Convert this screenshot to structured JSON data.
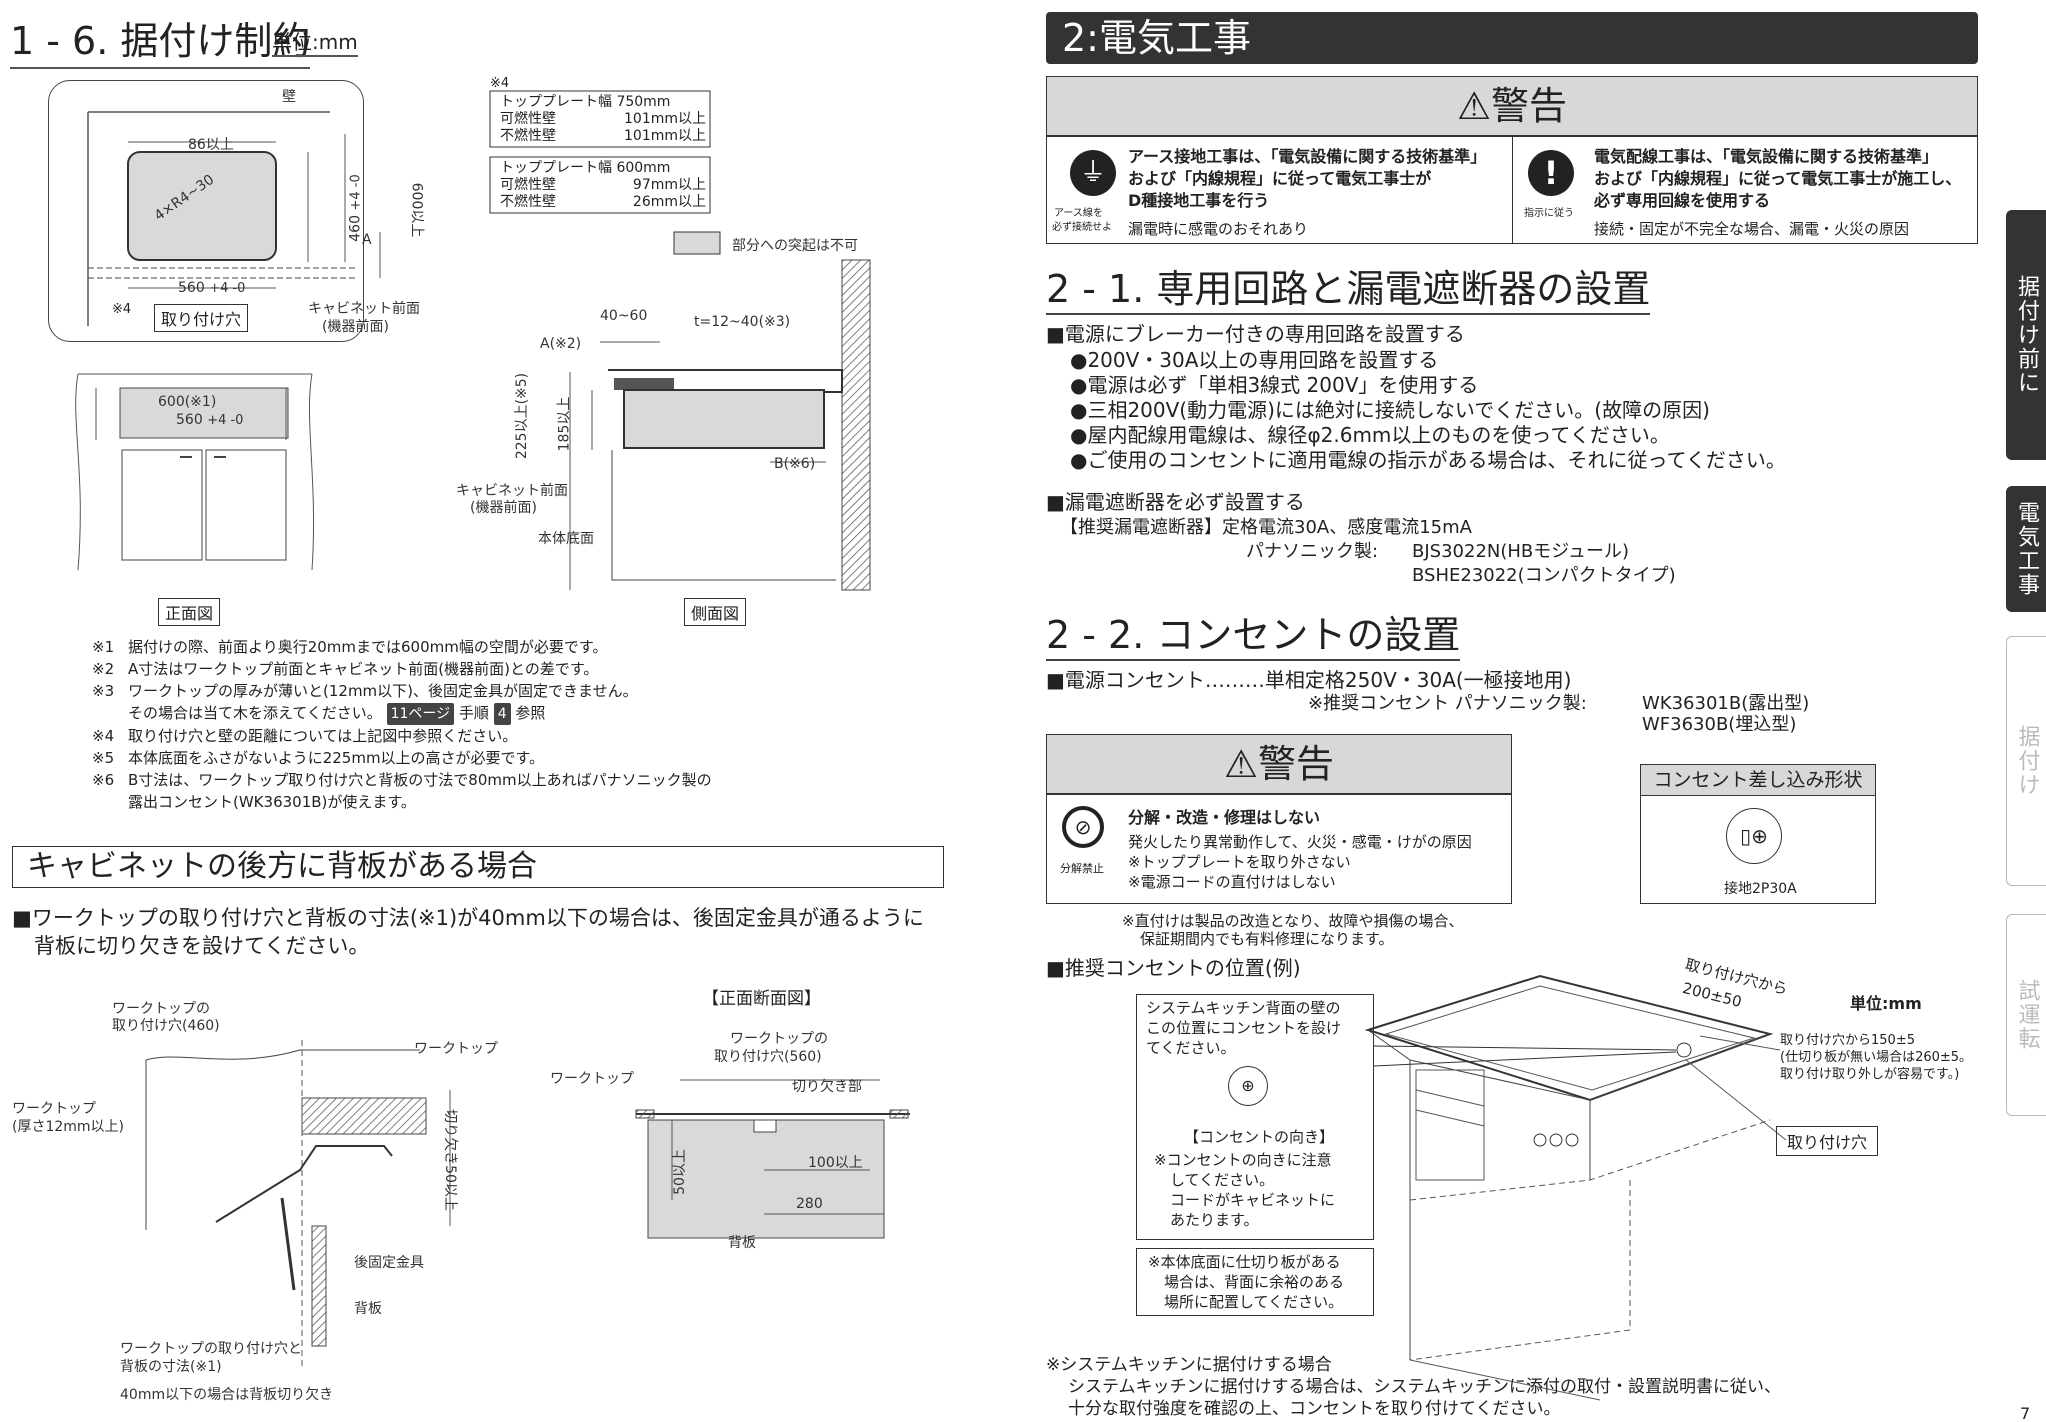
{
  "left": {
    "title": "1 - 6. 据付け制約",
    "unit": "単位:mm",
    "plan": {
      "wall": "壁",
      "d86": "86以上",
      "r": "4×R4~30",
      "d460": "460",
      "d460tol": "+4 -0",
      "d600": "600以上",
      "a": "A",
      "d560": "560",
      "d560tol": "+4 -0",
      "hole": "取り付け穴",
      "cab": "キャビネット前面",
      "cab2": "(機器前面)",
      "n4": "※4"
    },
    "spec1": {
      "mark": "※4",
      "l1": "トッププレート幅 750mm",
      "l2a": "可燃性壁",
      "l2b": "101mm以上",
      "l3a": "不燃性壁",
      "l3b": "101mm以上"
    },
    "spec2": {
      "l1": "トッププレート幅 600mm",
      "l2a": "可燃性壁",
      "l2b": "97mm以上",
      "l3a": "不燃性壁",
      "l3b": "26mm以上"
    },
    "legend": "部分への突起は不可",
    "front": {
      "d600": "600(※1)",
      "d560": "560",
      "tol": "+4 -0",
      "caption": "正面図"
    },
    "side": {
      "d4060": "40~60",
      "t": "t=12~40(※3)",
      "a": "A(※2)",
      "d225": "225以上(※5)",
      "d185": "185以上",
      "b": "B(※6)",
      "cab": "キャビネット前面",
      "cab2": "(機器前面)",
      "bottom": "本体底面",
      "caption": "側面図"
    },
    "notes": [
      {
        "m": "※1",
        "t": "据付けの際、前面より奥行20mmまでは600mm幅の空間が必要です。"
      },
      {
        "m": "※2",
        "t": "A寸法はワークトップ前面とキャビネット前面(機器前面)との差です。"
      },
      {
        "m": "※3",
        "t": "ワークトップの厚みが薄いと(12mm以下)、後固定金具が固定できません。"
      },
      {
        "m": "",
        "t": "その場合は当て木を添えてください。"
      },
      {
        "m": "※4",
        "t": "取り付け穴と壁の距離については上記図中参照ください。"
      },
      {
        "m": "※5",
        "t": "本体底面をふさがないように225mm以上の高さが必要です。"
      },
      {
        "m": "※6",
        "t": "B寸法は、ワークトップ取り付け穴と背板の寸法で80mm以上あればパナソニック製の"
      },
      {
        "m": "",
        "t": "露出コンセント(WK36301B)が使えます。"
      }
    ],
    "note3ref": {
      "page": "11ページ",
      "step": "手順",
      "num": "4",
      "ref": "参照"
    },
    "sub": "キャビネットの後方に背板がある場合",
    "para1": "■ワークトップの取り付け穴と背板の寸法(※1)が40mm以下の場合は、後固定金具が通るように",
    "para2": "背板に切り欠きを設けてください。",
    "fig1": {
      "hole460a": "ワークトップの",
      "hole460b": "取り付け穴(460)",
      "worktop": "ワークトップ",
      "thick1": "ワークトップ",
      "thick2": "(厚さ12mm以上)",
      "notch": "切り欠き50以上",
      "bracket": "後固定金具",
      "back": "背板",
      "dim1": "ワークトップの取り付け穴と",
      "dim2": "背板の寸法(※1)",
      "dim3": "40mm以下の場合は背板切り欠き"
    },
    "fig2": {
      "title": "【正面断面図】",
      "hole1": "ワークトップの",
      "hole2": "取り付け穴(560)",
      "worktop": "ワークトップ",
      "notchpart": "切り欠き部",
      "d50": "50以上",
      "d100": "100以上",
      "d280": "280",
      "back": "背板"
    }
  },
  "right": {
    "bar": "2:電気工事",
    "warn1": {
      "head": "警告",
      "a1": "アース接地工事は、「電気設備に関する技術基準」",
      "a2": "および「内線規程」に従って電気工事士が",
      "a3": "D種接地工事を行う",
      "a4": "漏電時に感電のおそれあり",
      "ai1": "アース線を",
      "ai2": "必ず接続せよ",
      "b1": "電気配線工事は、「電気設備に関する技術基準」",
      "b2": "および「内線規程」に従って電気工事士が施工し、",
      "b3": "必ず専用回線を使用する",
      "b4": "接続・固定が不完全な場合、漏電・火災の原因",
      "bi": "指示に従う"
    },
    "s21": "2 - 1. 専用回路と漏電遮断器の設置",
    "h21": "■電源にブレーカー付きの専用回路を設置する",
    "b21": [
      "●200V・30A以上の専用回路を設置する",
      "●電源は必ず「単相3線式 200V」を使用する",
      "●三相200V(動力電源)には絶対に接続しないでください。(故障の原因)",
      "●屋内配線用電線は、線径φ2.6mm以上のものを使ってください。",
      "●ご使用のコンセントに適用電線の指示がある場合は、それに従ってください。"
    ],
    "h22": "■漏電遮断器を必ず設置する",
    "rec1": "【推奨漏電遮断器】定格電流30A、感度電流15mA",
    "rec2": "パナソニック製:",
    "rec3": "BJS3022N(HBモジュール)",
    "rec4": "BSHE23022(コンパクトタイプ)",
    "s22": "2 - 2. コンセントの設置",
    "outlet1": "■電源コンセント………単相定格250V・30A(一極接地用)",
    "outlet2": "※推奨コンセント パナソニック製:",
    "outlet3": "WK36301B(露出型)",
    "outlet4": "WF3630B(埋込型)",
    "warn2": {
      "head": "警告",
      "l1": "分解・改造・修理はしない",
      "l2": "発火したり異常動作して、火災・感電・けがの原因",
      "l3": "※トッププレートを取り外さない",
      "l4": "※電源コードの直付けはしない",
      "icon": "分解禁止"
    },
    "plug": {
      "title": "コンセント差し込み形状",
      "cap": "接地2P30A"
    },
    "direct1": "※直付けは製品の改造となり、故障や損傷の場合、",
    "direct2": "保証期間内でも有料修理になります。",
    "pos": "■推奨コンセントの位置(例)",
    "posbox": {
      "l1": "システムキッチン背面の壁の",
      "l2": "この位置にコンセントを設け",
      "l3": "てください。",
      "dir": "【コンセントの向き】",
      "n1": "※コンセントの向きに注意",
      "n2": "してください。",
      "n3": "コードがキャビネットに",
      "n4": "あたります。"
    },
    "posbox2": {
      "l1": "※本体底面に仕切り板がある",
      "l2": "場合は、背面に余裕のある",
      "l3": "場所に配置してください。"
    },
    "dims": {
      "from1": "取り付け穴から",
      "from2": "200±50",
      "unit": "単位:mm",
      "r1": "取り付け穴から150±5",
      "r2": "(仕切り板が無い場合は260±5。",
      "r3": "取り付け取り外しが容易です。)",
      "hole": "取り付け穴"
    },
    "sys1": "※システムキッチンに据付けする場合",
    "sys2": "システムキッチンに据付けする場合は、システムキッチンに添付の取付・設置説明書に従い、",
    "sys3": "十分な取付強度を確認の上、コンセントを取り付けてください。",
    "tabs": [
      "据付け前に",
      "電気工事",
      "据付け",
      "試運転"
    ],
    "pagenum": "7"
  }
}
